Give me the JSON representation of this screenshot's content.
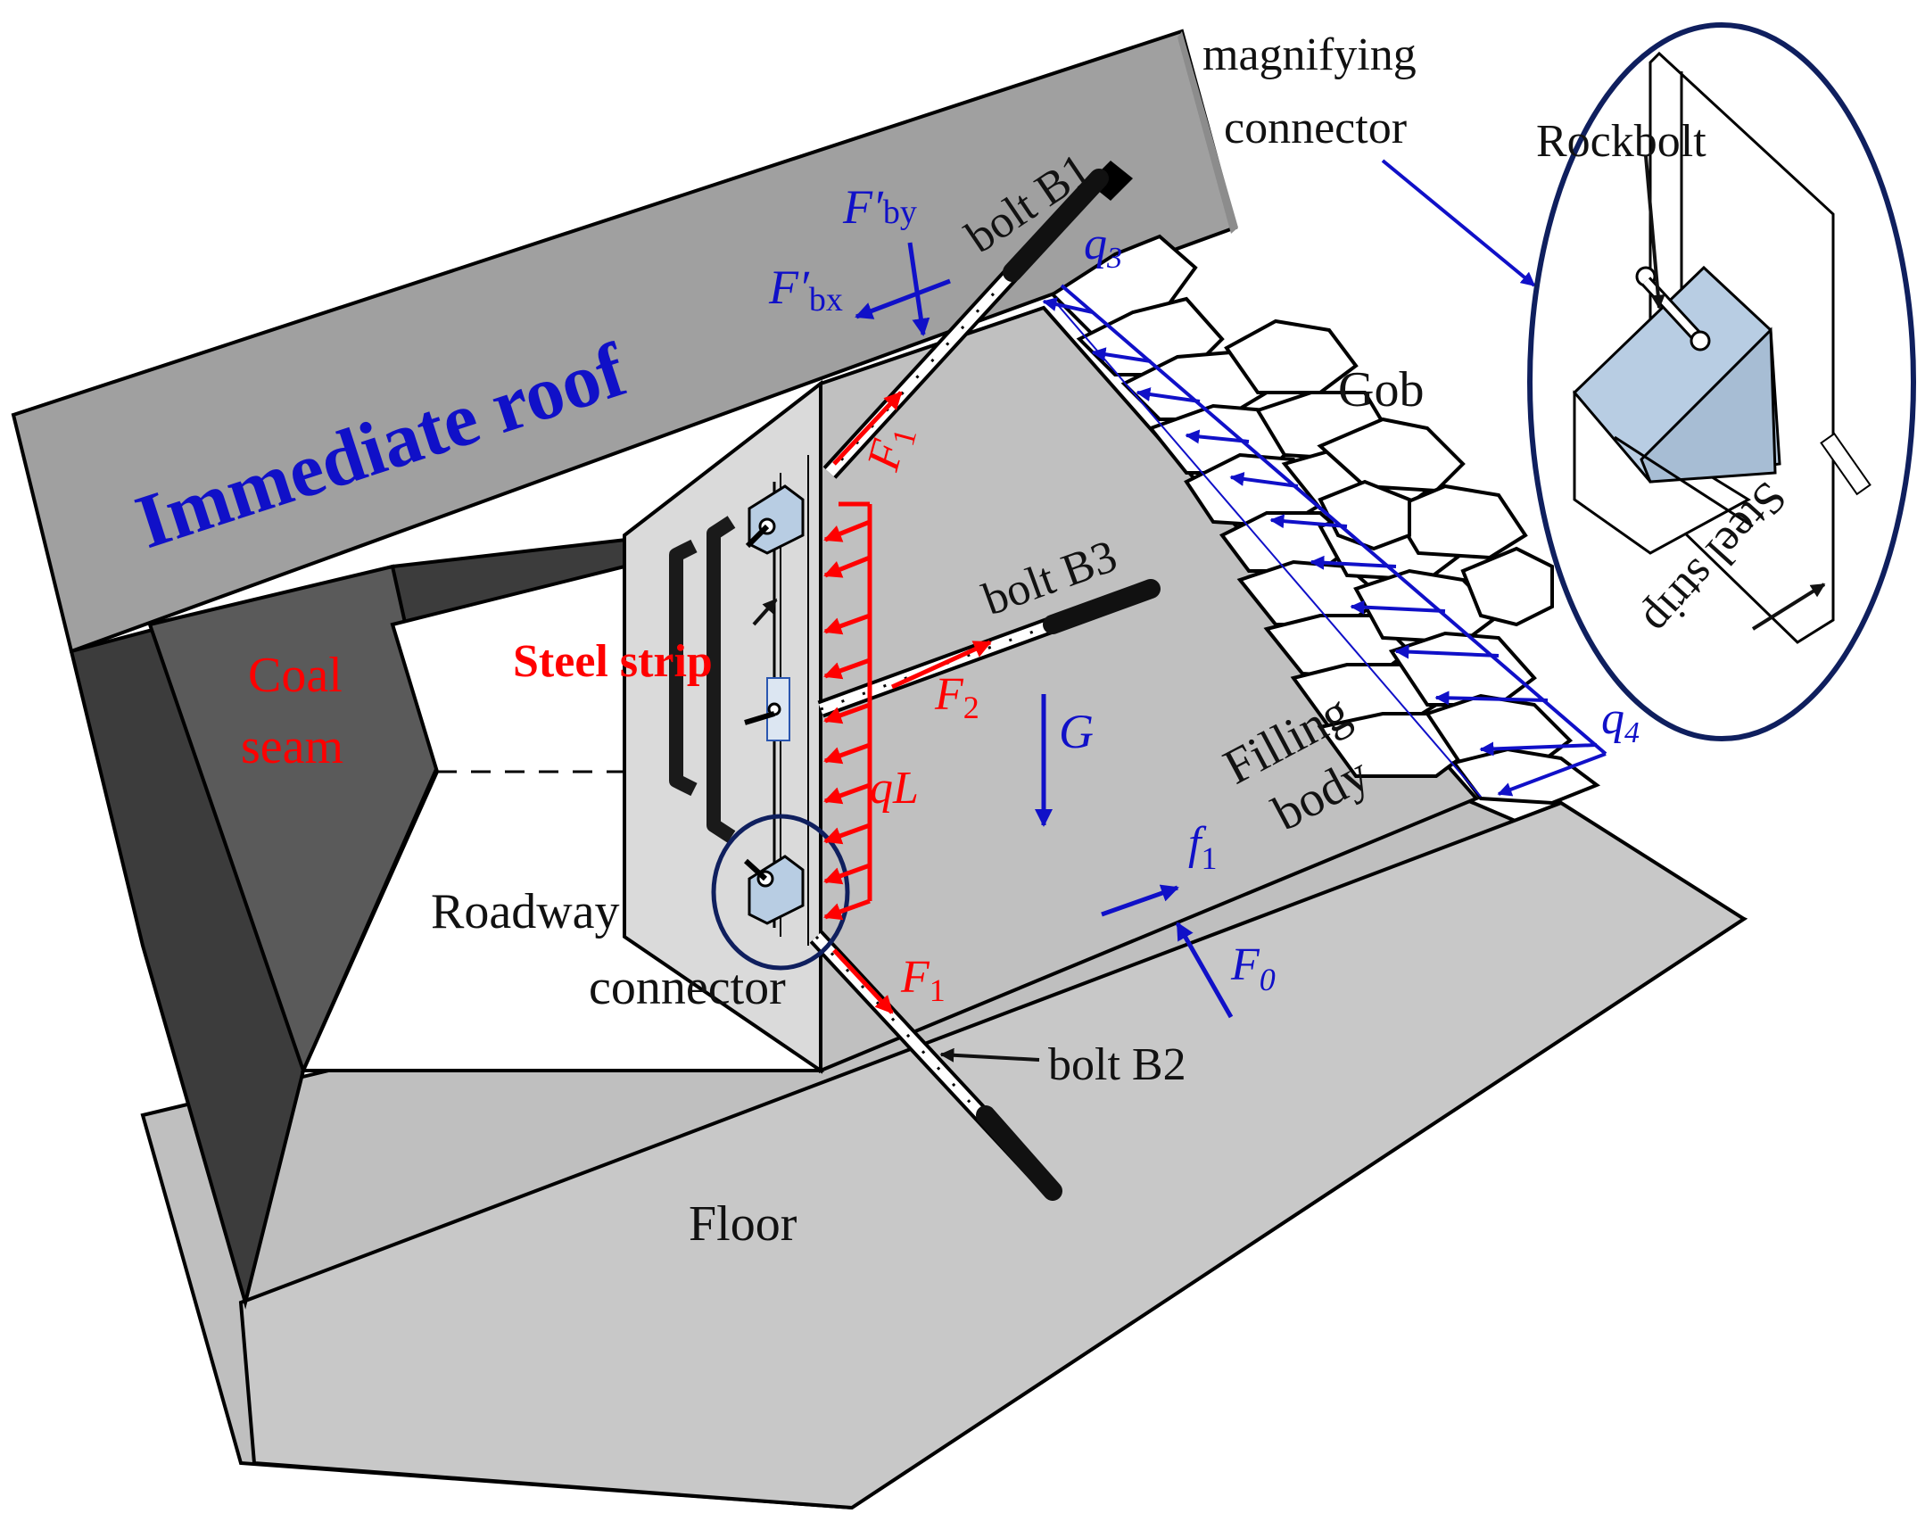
{
  "labels": {
    "immediate_roof": "Immediate roof",
    "coal_seam_1": "Coal",
    "coal_seam_2": "seam",
    "steel_strip": "Steel strip",
    "roadway": "Roadway",
    "connector": "connector",
    "floor": "Floor",
    "gob": "Gob",
    "filling_1": "Filling",
    "filling_2": "body",
    "bolt_b1": "bolt B1",
    "bolt_b2": "bolt B2",
    "bolt_b3": "bolt B3",
    "magnifying_1": "magnifying",
    "magnifying_2": "connector",
    "rockbolt": "Rockbolt",
    "inset_steel_strip": "Steel strip"
  },
  "forces": {
    "f_by_main": "F′",
    "f_by_sub": "by",
    "f_bx_main": "F′",
    "f_bx_sub": "bx",
    "f1_top_main": "F",
    "f1_top_sub": "1",
    "f1_bottom_main": "F",
    "f1_bottom_sub": "1",
    "f2_main": "F",
    "f2_sub": "2",
    "g": "G",
    "ql": "qL",
    "q3_main": "q",
    "q3_sub": "3",
    "q4_main": "q",
    "q4_sub": "4",
    "f_small_main": "f",
    "f_small_sub": "1",
    "f0_main": "F",
    "f0_sub": "0"
  },
  "colors": {
    "roof": "#a0a0a0",
    "coal_dark": "#3c3c3c",
    "coal_face": "#5a5a5a",
    "body": "#c0c0c0",
    "strip": "#dadada",
    "connector": "#b8cde3",
    "red": "#ff0000",
    "blue": "#1010c8",
    "navy": "#0f1f5e"
  }
}
